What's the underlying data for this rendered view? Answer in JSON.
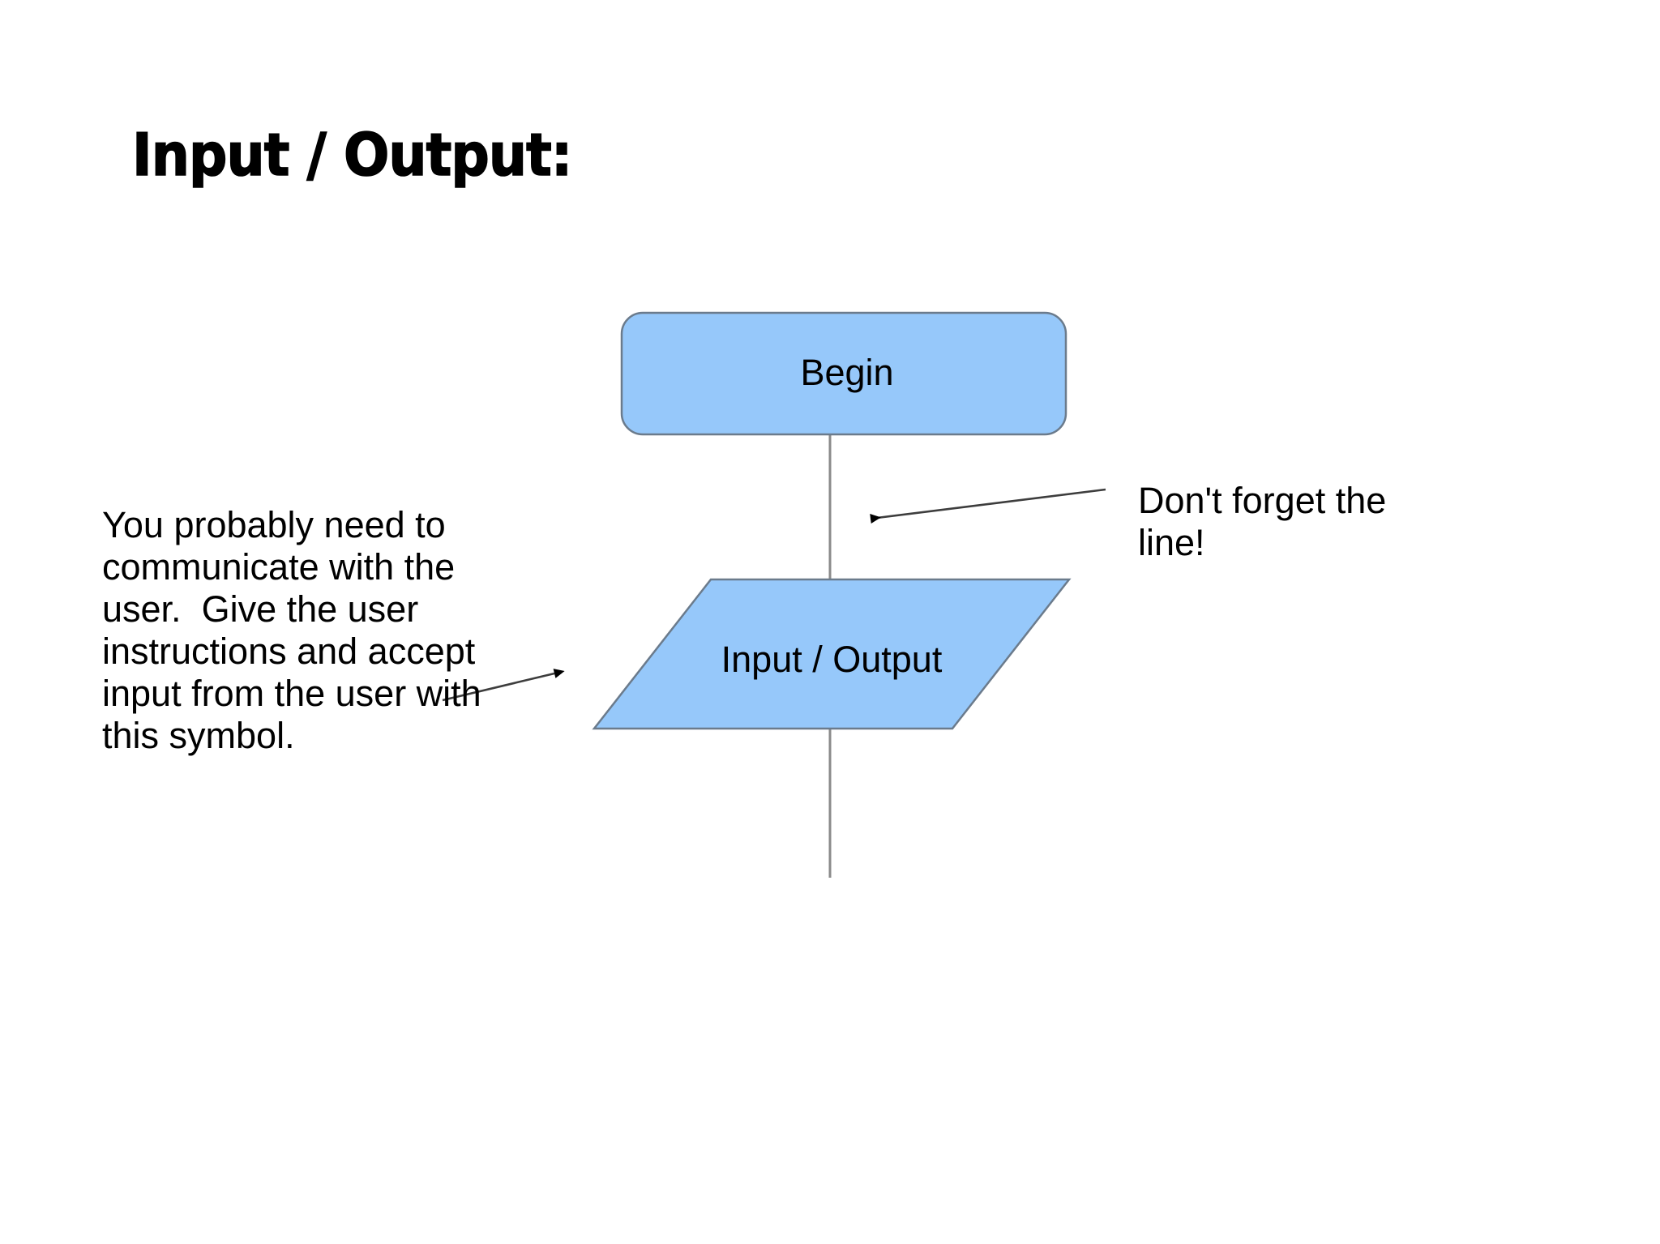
{
  "slide": {
    "title": "Input / Output:",
    "background_color": "#ffffff"
  },
  "palette": {
    "shape_fill": "#96c8fa",
    "shape_stroke": "#6b7b8c",
    "connector_stroke": "#808080",
    "arrow_stroke": "#3d3d3d",
    "text_color": "#000000"
  },
  "flowchart": {
    "nodes": [
      {
        "id": "begin",
        "label": "Begin",
        "shape": "rounded-rectangle",
        "fill": "#96c8fa",
        "stroke": "#6b7b8c"
      },
      {
        "id": "input-output",
        "label": "Input / Output",
        "shape": "parallelogram",
        "fill": "#96c8fa",
        "stroke": "#6b7b8c"
      }
    ],
    "connectors": [
      {
        "id": "begin-to-io",
        "from": "begin",
        "to": "input-output",
        "style": "line",
        "stroke": "#808080"
      },
      {
        "id": "io-to-next",
        "from": "input-output",
        "to": "",
        "style": "line",
        "stroke": "#808080"
      }
    ]
  },
  "annotations": [
    {
      "id": "left-note",
      "text": "You probably need to communicate with the user.  Give the user instructions and accept input from the user with this symbol.",
      "points_to": "input-output",
      "arrow_direction": "right"
    },
    {
      "id": "right-note",
      "text": "Don't forget the line!",
      "points_to": "begin-to-io",
      "arrow_direction": "left"
    }
  ]
}
